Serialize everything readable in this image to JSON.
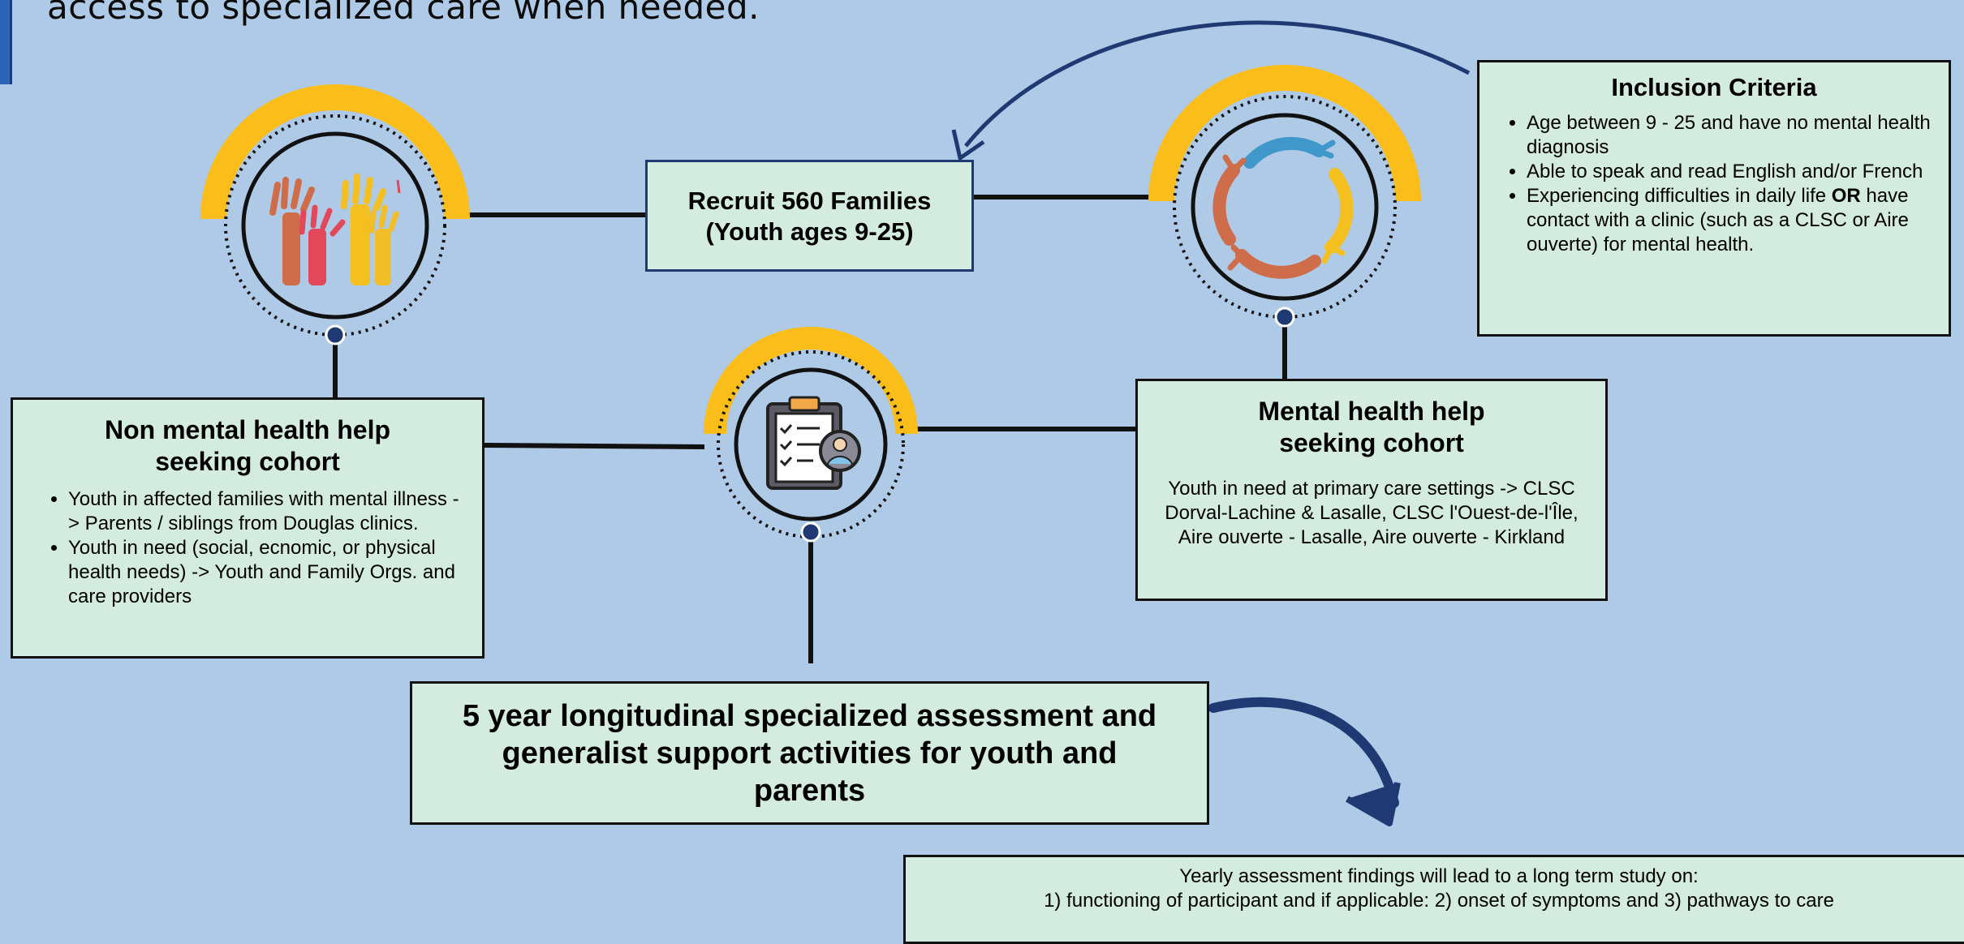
{
  "intro_text": "access to specialized care when needed.",
  "recruit": {
    "line1": "Recruit 560 Families",
    "line2": "(Youth ages 9-25)"
  },
  "inclusion": {
    "title": "Inclusion Criteria",
    "items": [
      "Age between 9 - 25 and have no mental health diagnosis",
      "Able to speak and read English and/or French"
    ],
    "item3_bold": "OR",
    "item3_pre": "Experiencing difficulties in daily life ",
    "item3_post": " have contact with a clinic (such as a CLSC or Aire ouverte) for mental health."
  },
  "non_mh": {
    "title_line1": "Non mental health help",
    "title_line2": "seeking cohort",
    "items": [
      "Youth in affected families with mental illness -> Parents / siblings from Douglas clinics.",
      "Youth in need (social, ecnomic, or physical health needs) -> Youth and Family Orgs. and care providers"
    ]
  },
  "mh": {
    "title_line1": "Mental health help",
    "title_line2": "seeking cohort",
    "body": "Youth in need at primary care settings -> CLSC Dorval-Lachine & Lasalle, CLSC l'Ouest-de-l'Île, Aire ouverte - Lasalle, Aire ouverte - Kirkland"
  },
  "assessment": {
    "text": "5 year longitudinal specialized assessment and generalist support activities for youth and parents"
  },
  "findings": {
    "line1": "Yearly assessment findings will lead to a long term study on:",
    "line2": "1) functioning of participant and if applicable:  2) onset of symptoms and  3) pathways to care"
  },
  "icons": {
    "hands": "raised-hands-icon",
    "circle_hands": "circle-of-hands-icon",
    "clipboard": "clipboard-person-icon"
  },
  "colors": {
    "background": "#aecae6",
    "box_fill": "#d4ebdf",
    "arc_yellow": "#fbbd1a",
    "navy": "#1f3a73"
  }
}
